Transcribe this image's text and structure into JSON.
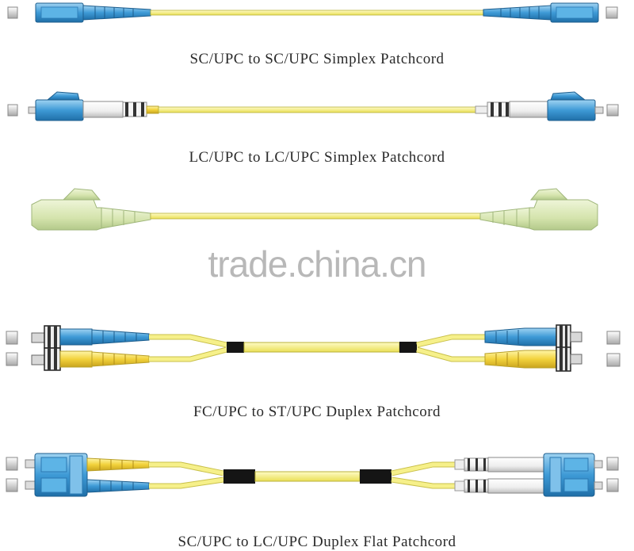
{
  "captions": {
    "sc_sc_simplex": "SC/UPC to SC/UPC Simplex Patchcord",
    "lc_lc_simplex": "LC/UPC to LC/UPC Simplex Patchcord",
    "fc_st_duplex": "FC/UPC to ST/UPC Duplex Patchcord",
    "sc_lc_duplex_flat": "SC/UPC to LC/UPC Duplex Flat Patchcord"
  },
  "watermark": "trade.china.cn",
  "colors": {
    "cable_yellow": "#f4ef7a",
    "cable_outline": "#b9b23a",
    "connector_blue": "#4da6dd",
    "connector_yellow": "#f2d23c",
    "connector_white": "#f2f2f2",
    "e2000_green": "#d8e6b6",
    "dust_cap": "#cfcfcf",
    "black_sleeve": "#151515"
  }
}
